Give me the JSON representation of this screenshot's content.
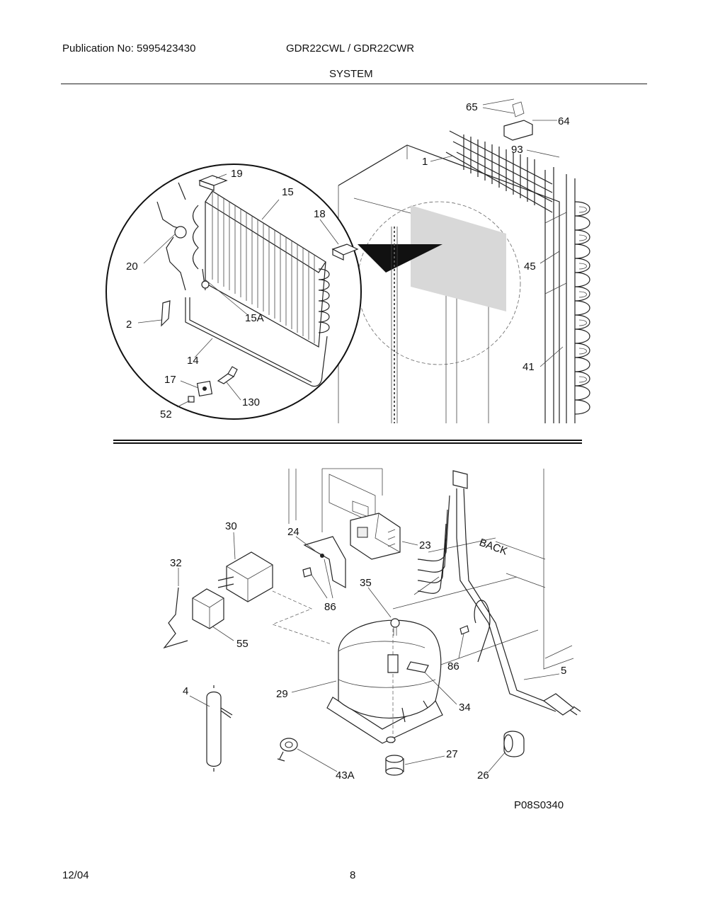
{
  "header": {
    "publication": "Publication No: 5995423430",
    "models": "GDR22CWL / GDR22CWR",
    "section": "SYSTEM"
  },
  "top_callouts": [
    "65",
    "64",
    "93",
    "1",
    "19",
    "15",
    "18",
    "20",
    "45",
    "15A",
    "2",
    "14",
    "41",
    "17",
    "130",
    "52"
  ],
  "bottom_callouts": [
    "30",
    "24",
    "23",
    "32",
    "35",
    "86",
    "55",
    "86",
    "5",
    "4",
    "29",
    "34",
    "27",
    "43A",
    "26"
  ],
  "back_label": "BACK",
  "drawing_code": "P08S0340",
  "footer": {
    "date": "12/04",
    "page": "8"
  }
}
